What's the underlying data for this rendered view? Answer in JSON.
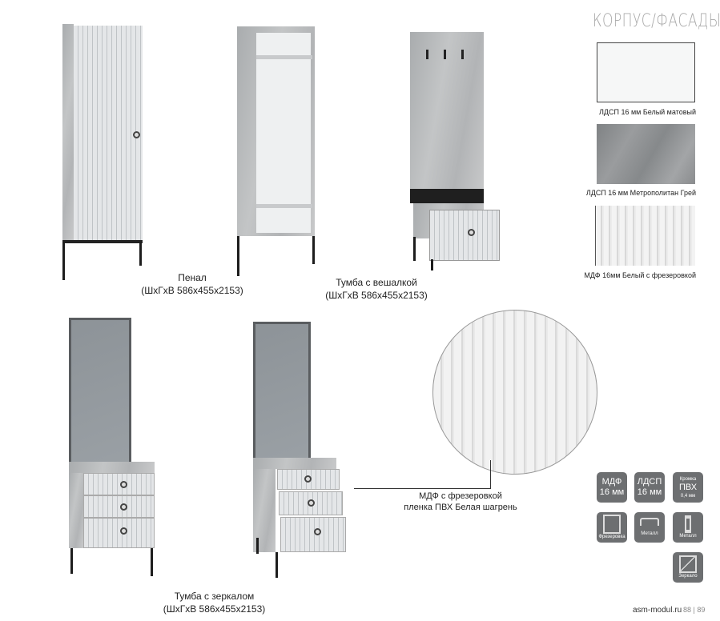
{
  "header": {
    "title": "КОРПУС/ФАСАДЫ"
  },
  "materials": [
    {
      "label": "ЛДСП 16 мм Белый матовый",
      "color": "#f6f7f7"
    },
    {
      "label": "ЛДСП 16 мм Метрополитан Грей",
      "color": "#8e9193"
    },
    {
      "label": "МДФ 16мм Белый с фрезеровкой",
      "color": "#ececec"
    }
  ],
  "products": [
    {
      "name": "Пенал",
      "dims": "(ШхГхВ 586х455х2153)"
    },
    {
      "name": "Тумба с вешалкой",
      "dims": "(ШхГхВ 586х455х2153)"
    },
    {
      "name": "Тумба с зеркалом",
      "dims": "(ШхГхВ 586х455х2153)"
    }
  ],
  "detail": {
    "line1": "МДФ с фрезеровкой",
    "line2": "пленка ПВХ Белая шагрень"
  },
  "badges": [
    {
      "l1": "МДФ",
      "l2": "16 мм"
    },
    {
      "l1": "ЛДСП",
      "l2": "16 мм"
    },
    {
      "l0": "Кромка",
      "l1": "ПВХ",
      "l2": "0,4 мм"
    },
    {
      "label": "Фрезеровка",
      "icon": "frame-icon"
    },
    {
      "label": "Металл",
      "icon": "handle-icon"
    },
    {
      "label": "Металл",
      "icon": "leg-icon"
    },
    {
      "label": "Зеркало",
      "icon": "mirror-icon"
    }
  ],
  "footer": {
    "site": "asm-modul.ru",
    "pages": "88 | 89"
  }
}
